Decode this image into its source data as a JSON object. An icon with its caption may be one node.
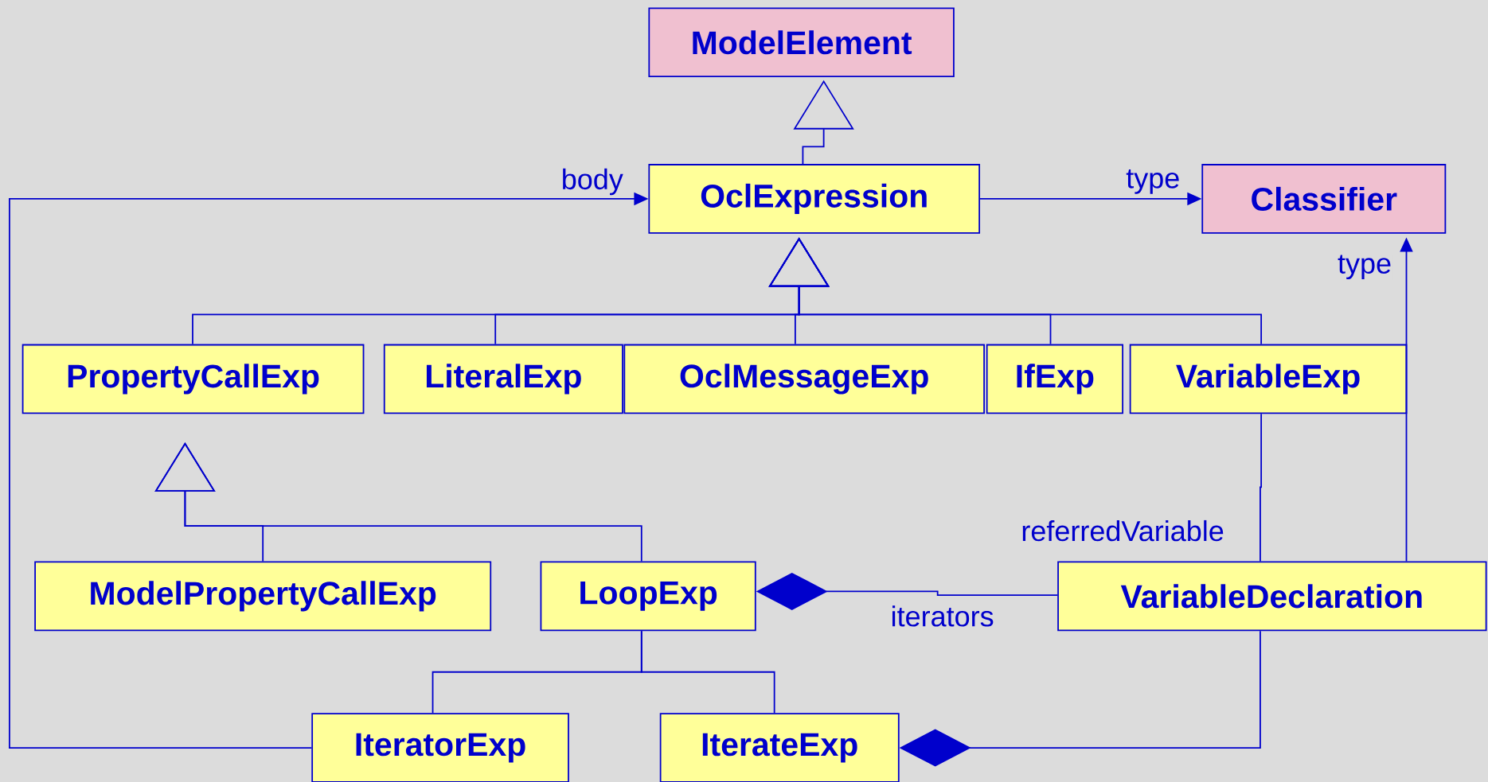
{
  "diagram": {
    "nodes": [
      {
        "text": [
          "ModelElement"
        ]
      },
      {
        "text": [
          "OclExpression"
        ]
      },
      {
        "text": [
          "Classifier"
        ]
      },
      {
        "text": [
          "PropertyCallExp"
        ]
      },
      {
        "text": [
          "LiteralExp"
        ]
      },
      {
        "text": [
          "OclMessageExp"
        ]
      },
      {
        "text": [
          "IfExp"
        ]
      },
      {
        "text": [
          "VariableExp"
        ]
      },
      {
        "text": [
          "ModelPropertyCallExp"
        ]
      },
      {
        "text": [
          "LoopExp"
        ]
      },
      {
        "text": [
          "VariableDeclaration"
        ]
      },
      {
        "text": [
          "IteratorExp"
        ]
      },
      {
        "text": [
          "IterateExp"
        ]
      }
    ],
    "edges": [
      {
        "from": 1,
        "to": 0,
        "arrow": "to"
      },
      {
        "from": 3,
        "to": 1,
        "arrow": "to"
      },
      {
        "from": 4,
        "to": 1,
        "arrow": "to"
      },
      {
        "from": 5,
        "to": 1,
        "arrow": "to"
      },
      {
        "from": 6,
        "to": 1,
        "arrow": "to"
      },
      {
        "from": 7,
        "to": 1,
        "arrow": "to"
      },
      {
        "from": 8,
        "to": 3,
        "arrow": "to"
      },
      {
        "from": 9,
        "to": 3,
        "arrow": "to"
      },
      {
        "from": 11,
        "to": 9,
        "arrow": "none"
      },
      {
        "from": 12,
        "to": 9,
        "arrow": "none"
      },
      {
        "from": 11,
        "to": 1,
        "arrow": "to",
        "label": "body"
      },
      {
        "from": 1,
        "to": 2,
        "arrow": "to",
        "label": "type"
      },
      {
        "from": 10,
        "to": 2,
        "arrow": "to",
        "label": "type"
      },
      {
        "from": 7,
        "to": 10,
        "arrow": "none",
        "label": "referredVariable"
      },
      {
        "from": 10,
        "to": 9,
        "arrow": "other",
        "label": "iterators"
      },
      {
        "from": 10,
        "to": 12,
        "arrow": "other"
      }
    ]
  }
}
